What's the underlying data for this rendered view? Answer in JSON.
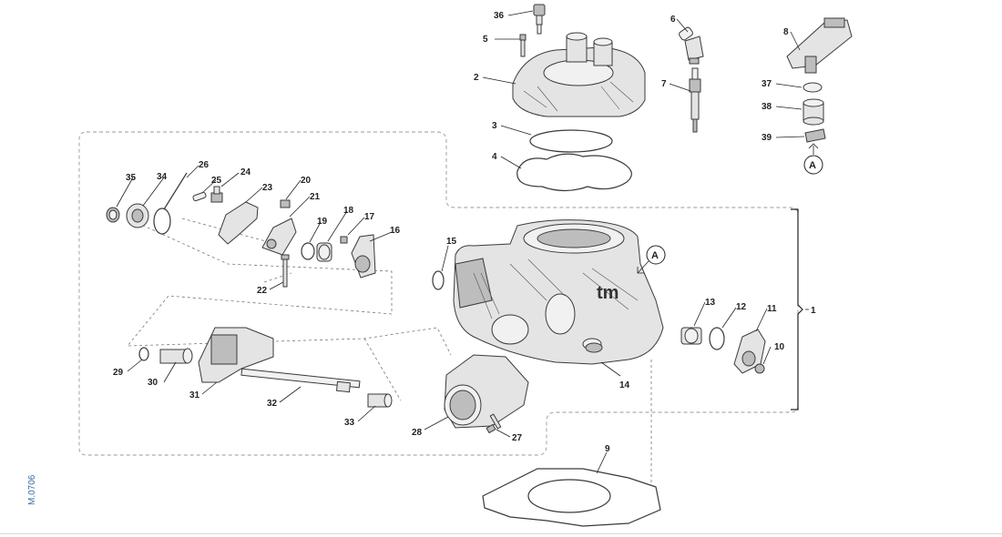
{
  "diagram": {
    "drawing_code": "M.0706",
    "callouts": {
      "p1": "1",
      "p2": "2",
      "p3": "3",
      "p4": "4",
      "p5": "5",
      "p6": "6",
      "p7": "7",
      "p8": "8",
      "p9": "9",
      "p10": "10",
      "p11": "11",
      "p12": "12",
      "p13": "13",
      "p14": "14",
      "p15": "15",
      "p16": "16",
      "p17": "17",
      "p18": "18",
      "p19": "19",
      "p20": "20",
      "p21": "21",
      "p22": "22",
      "p23": "23",
      "p24": "24",
      "p25": "25",
      "p26": "26",
      "p27": "27",
      "p28": "28",
      "p29": "29",
      "p30": "30",
      "p31": "31",
      "p32": "32",
      "p33": "33",
      "p34": "34",
      "p35": "35",
      "p36": "36",
      "p37": "37",
      "p38": "38",
      "p39": "39"
    },
    "view_markers": {
      "detail_a_right": "A",
      "detail_a_cylinder": "A"
    },
    "logo_text": "tm"
  }
}
